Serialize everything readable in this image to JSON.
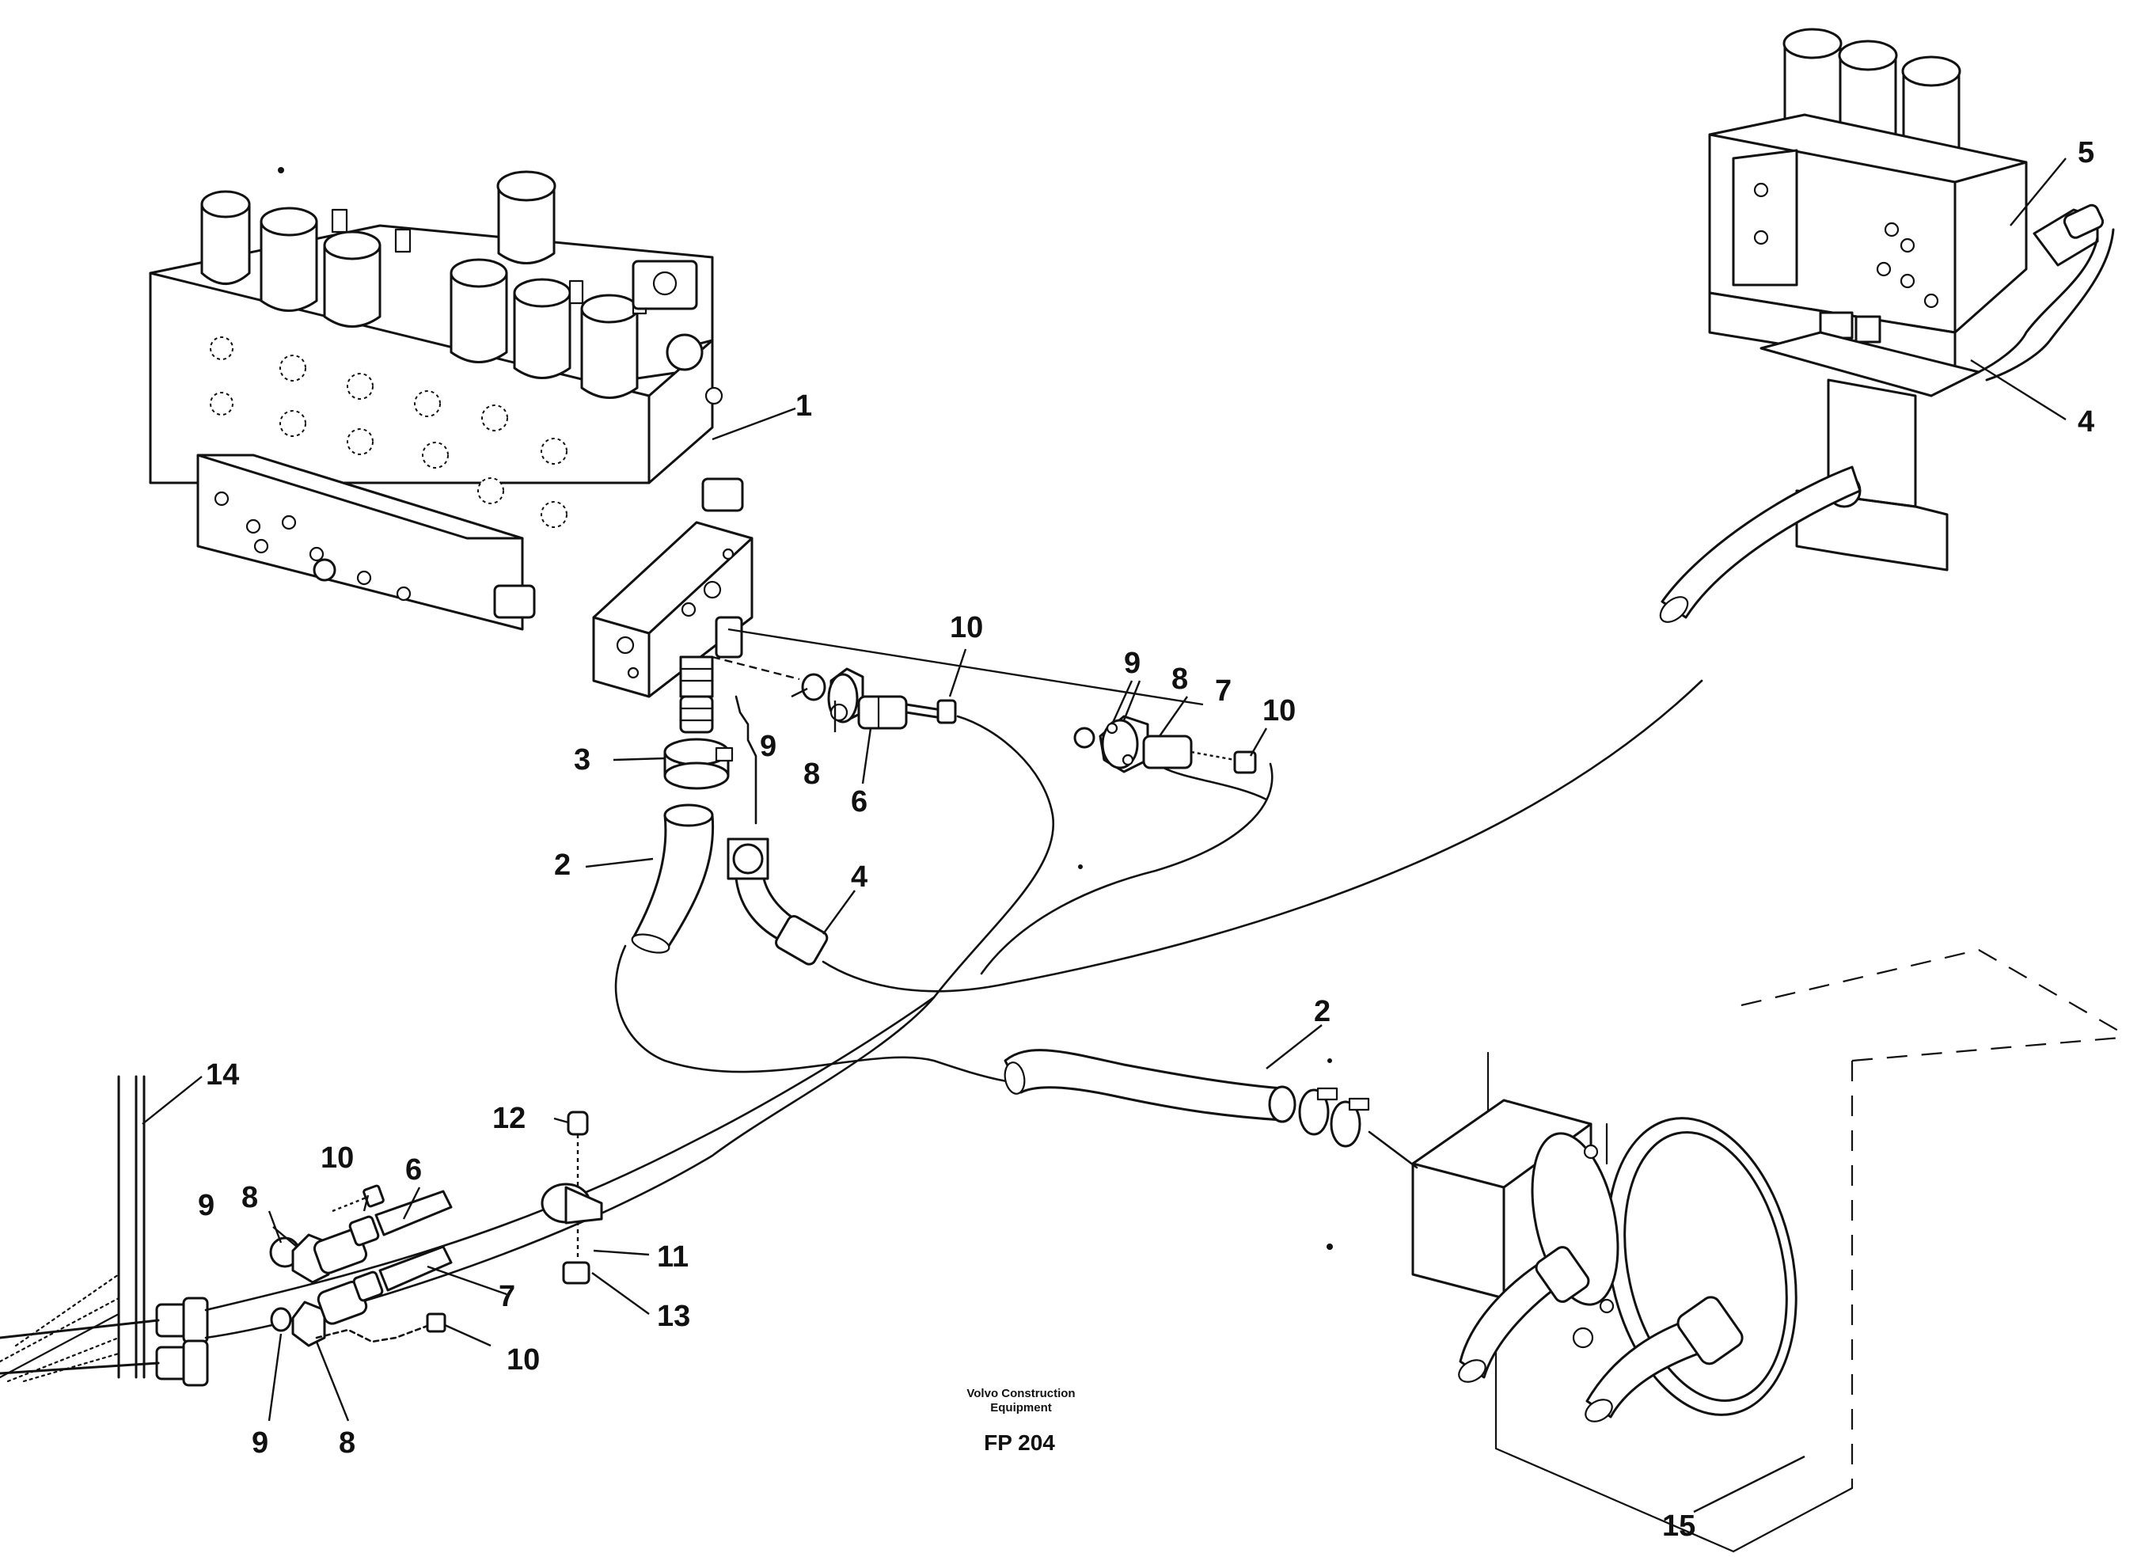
{
  "figure": {
    "footer_line1": "Volvo Construction",
    "footer_line2": "Equipment",
    "code": "FP 204"
  },
  "callouts": {
    "c1": "1",
    "c2a": "2",
    "c2b": "2",
    "c3": "3",
    "c4a": "4",
    "c4b": "4",
    "c5": "5",
    "c6a": "6",
    "c6b": "6",
    "c7a": "7",
    "c7b": "7",
    "c8a": "8",
    "c8b": "8",
    "c8c": "8",
    "c8d": "8",
    "c9a": "9",
    "c9b": "9",
    "c9c": "9",
    "c9d": "9",
    "c10a": "10",
    "c10b": "10",
    "c10c": "10",
    "c10d": "10",
    "c11": "11",
    "c12": "12",
    "c13": "13",
    "c14": "14",
    "c15": "15"
  }
}
